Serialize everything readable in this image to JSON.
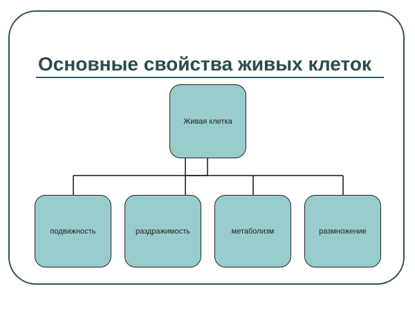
{
  "slide": {
    "title": "Основные свойства живых клеток"
  },
  "diagram": {
    "root": "Живая клетка",
    "children": [
      "подвижность",
      "раздражимость",
      "метаболизм",
      "размножение"
    ]
  }
}
